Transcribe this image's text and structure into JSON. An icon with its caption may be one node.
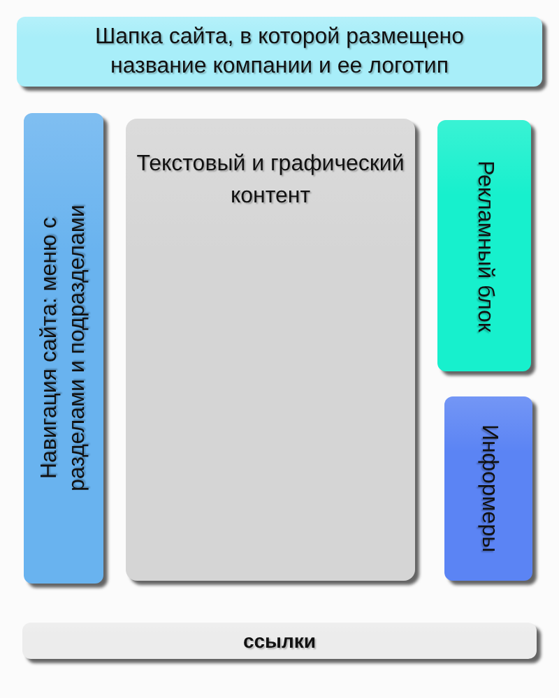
{
  "diagram": {
    "nodes": [
      {
        "text": [
          "Шапка сайта, в которой размещено название компании и ее логотип"
        ]
      },
      {
        "text": [
          "Навигация сайта: меню с разделами и подразделами"
        ]
      },
      {
        "text": [
          "Текстовый и графический контент"
        ]
      },
      {
        "text": [
          "Рекламный блок"
        ]
      },
      {
        "text": [
          "Информеры"
        ]
      },
      {
        "text": [
          "ссылки"
        ]
      }
    ]
  }
}
